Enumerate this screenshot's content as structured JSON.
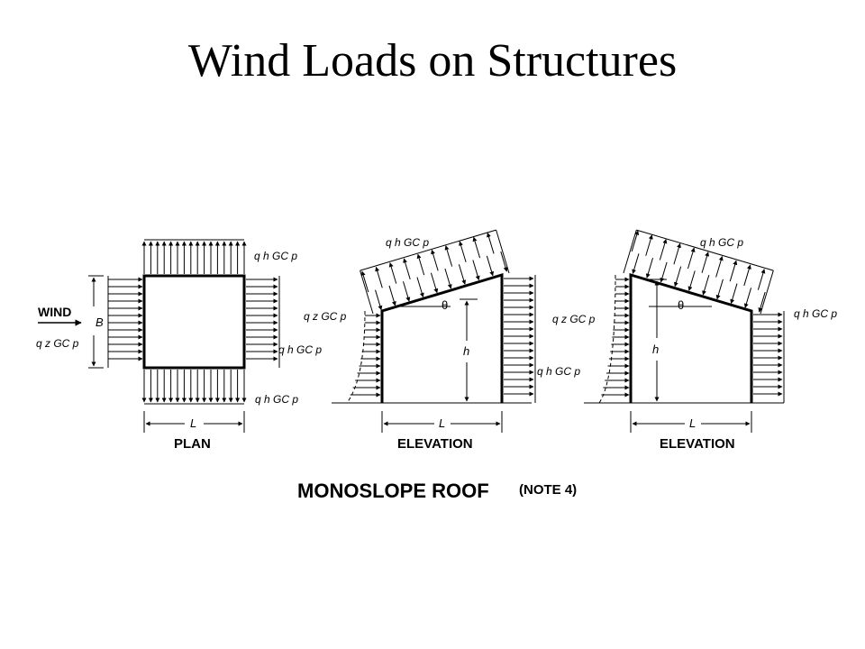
{
  "slide": {
    "title": "Wind Loads on Structures"
  },
  "figure": {
    "caption": "MONOSLOPE ROOF",
    "note": "(NOTE 4)",
    "plan": {
      "label": "PLAN",
      "wind_label": "WIND",
      "dim_width": "B",
      "dim_length": "L",
      "qz_label": "q z GC p",
      "qh_label": "q h GC p"
    },
    "elevation_1": {
      "label": "ELEVATION",
      "dim_length": "L",
      "dim_height": "h",
      "angle": "θ",
      "qz_label": "q z GC p",
      "qh_label": "q h GC p"
    },
    "elevation_2": {
      "label": "ELEVATION",
      "dim_length": "L",
      "dim_height": "h",
      "angle": "θ",
      "qz_label": "q z GC p",
      "qh_label": "q h GC p"
    }
  }
}
